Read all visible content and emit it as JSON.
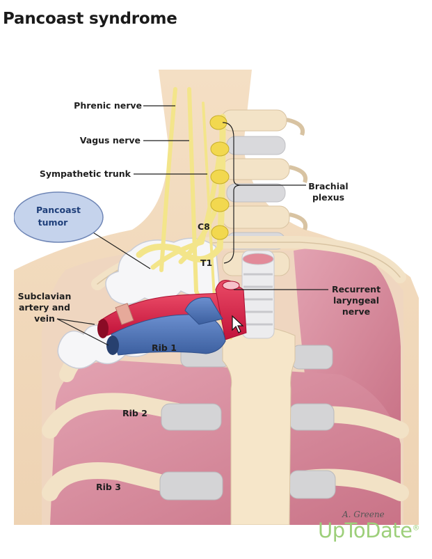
{
  "page_title": "Pancoast syndrome",
  "labels": {
    "phrenic_nerve": "Phrenic nerve",
    "vagus_nerve": "Vagus nerve",
    "sympathetic_trunk": "Sympathetic trunk",
    "brachial_plexus_line1": "Brachial",
    "brachial_plexus_line2": "plexus",
    "pancoast_tumor_line1": "Pancoast",
    "pancoast_tumor_line2": "tumor",
    "c8": "C8",
    "t1": "T1",
    "subclavian_line1": "Subclavian",
    "subclavian_line2": "artery and",
    "subclavian_line3": "vein",
    "recurrent_line1": "Recurrent",
    "recurrent_line2": "laryngeal",
    "recurrent_line3": "nerve",
    "rib1": "Rib 1",
    "rib2": "Rib 2",
    "rib3": "Rib 3"
  },
  "signature": "A. Greene",
  "brand": {
    "name": "UpToDate",
    "mark": "®"
  },
  "colors": {
    "skin": "#f2dcc0",
    "bone": "#f7e7cc",
    "cartilage": "#d4d4d6",
    "lung": "#d98ea1",
    "artery": "#d81f43",
    "vein": "#4a72b8",
    "nerve": "#f3e58a",
    "tumor": "#c5d3ec",
    "brand": "#9dcf7a"
  }
}
